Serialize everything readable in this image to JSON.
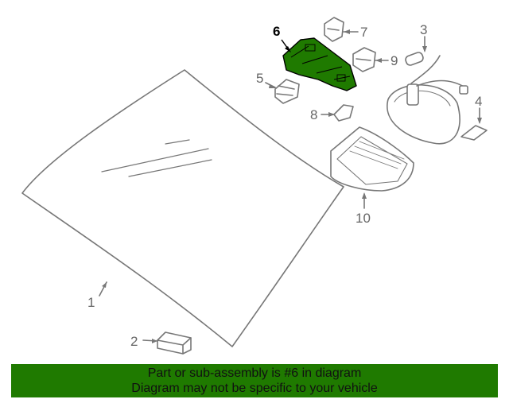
{
  "diagram": {
    "callouts": {
      "c1": "1",
      "c2": "2",
      "c3": "3",
      "c4": "4",
      "c5": "5",
      "c6": "6",
      "c7": "7",
      "c8": "8",
      "c9": "9",
      "c10": "10"
    },
    "highlighted_part": "6",
    "highlight_color": "#1f7a00",
    "line_color": "#777777"
  },
  "banner": {
    "line1": "Part or sub-assembly is #6 in diagram",
    "line2": "Diagram may not be specific to your vehicle",
    "background": "#1f7a00"
  }
}
